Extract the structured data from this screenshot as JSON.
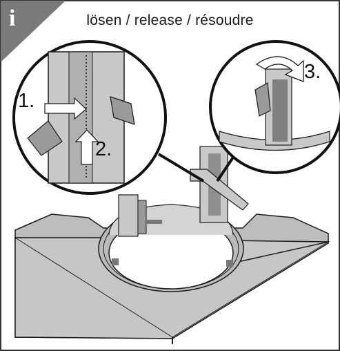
{
  "info_badge": {
    "icon": "info-icon",
    "glyph": "i",
    "color": "#7a7a7a"
  },
  "title": "lösen / release / résoudre",
  "steps": {
    "step1": "1.",
    "step2": "2.",
    "step3": "3."
  },
  "colors": {
    "part_fill": "#c9c9c9",
    "part_shade": "#9a9a9a",
    "outline": "#1a1a1a"
  }
}
